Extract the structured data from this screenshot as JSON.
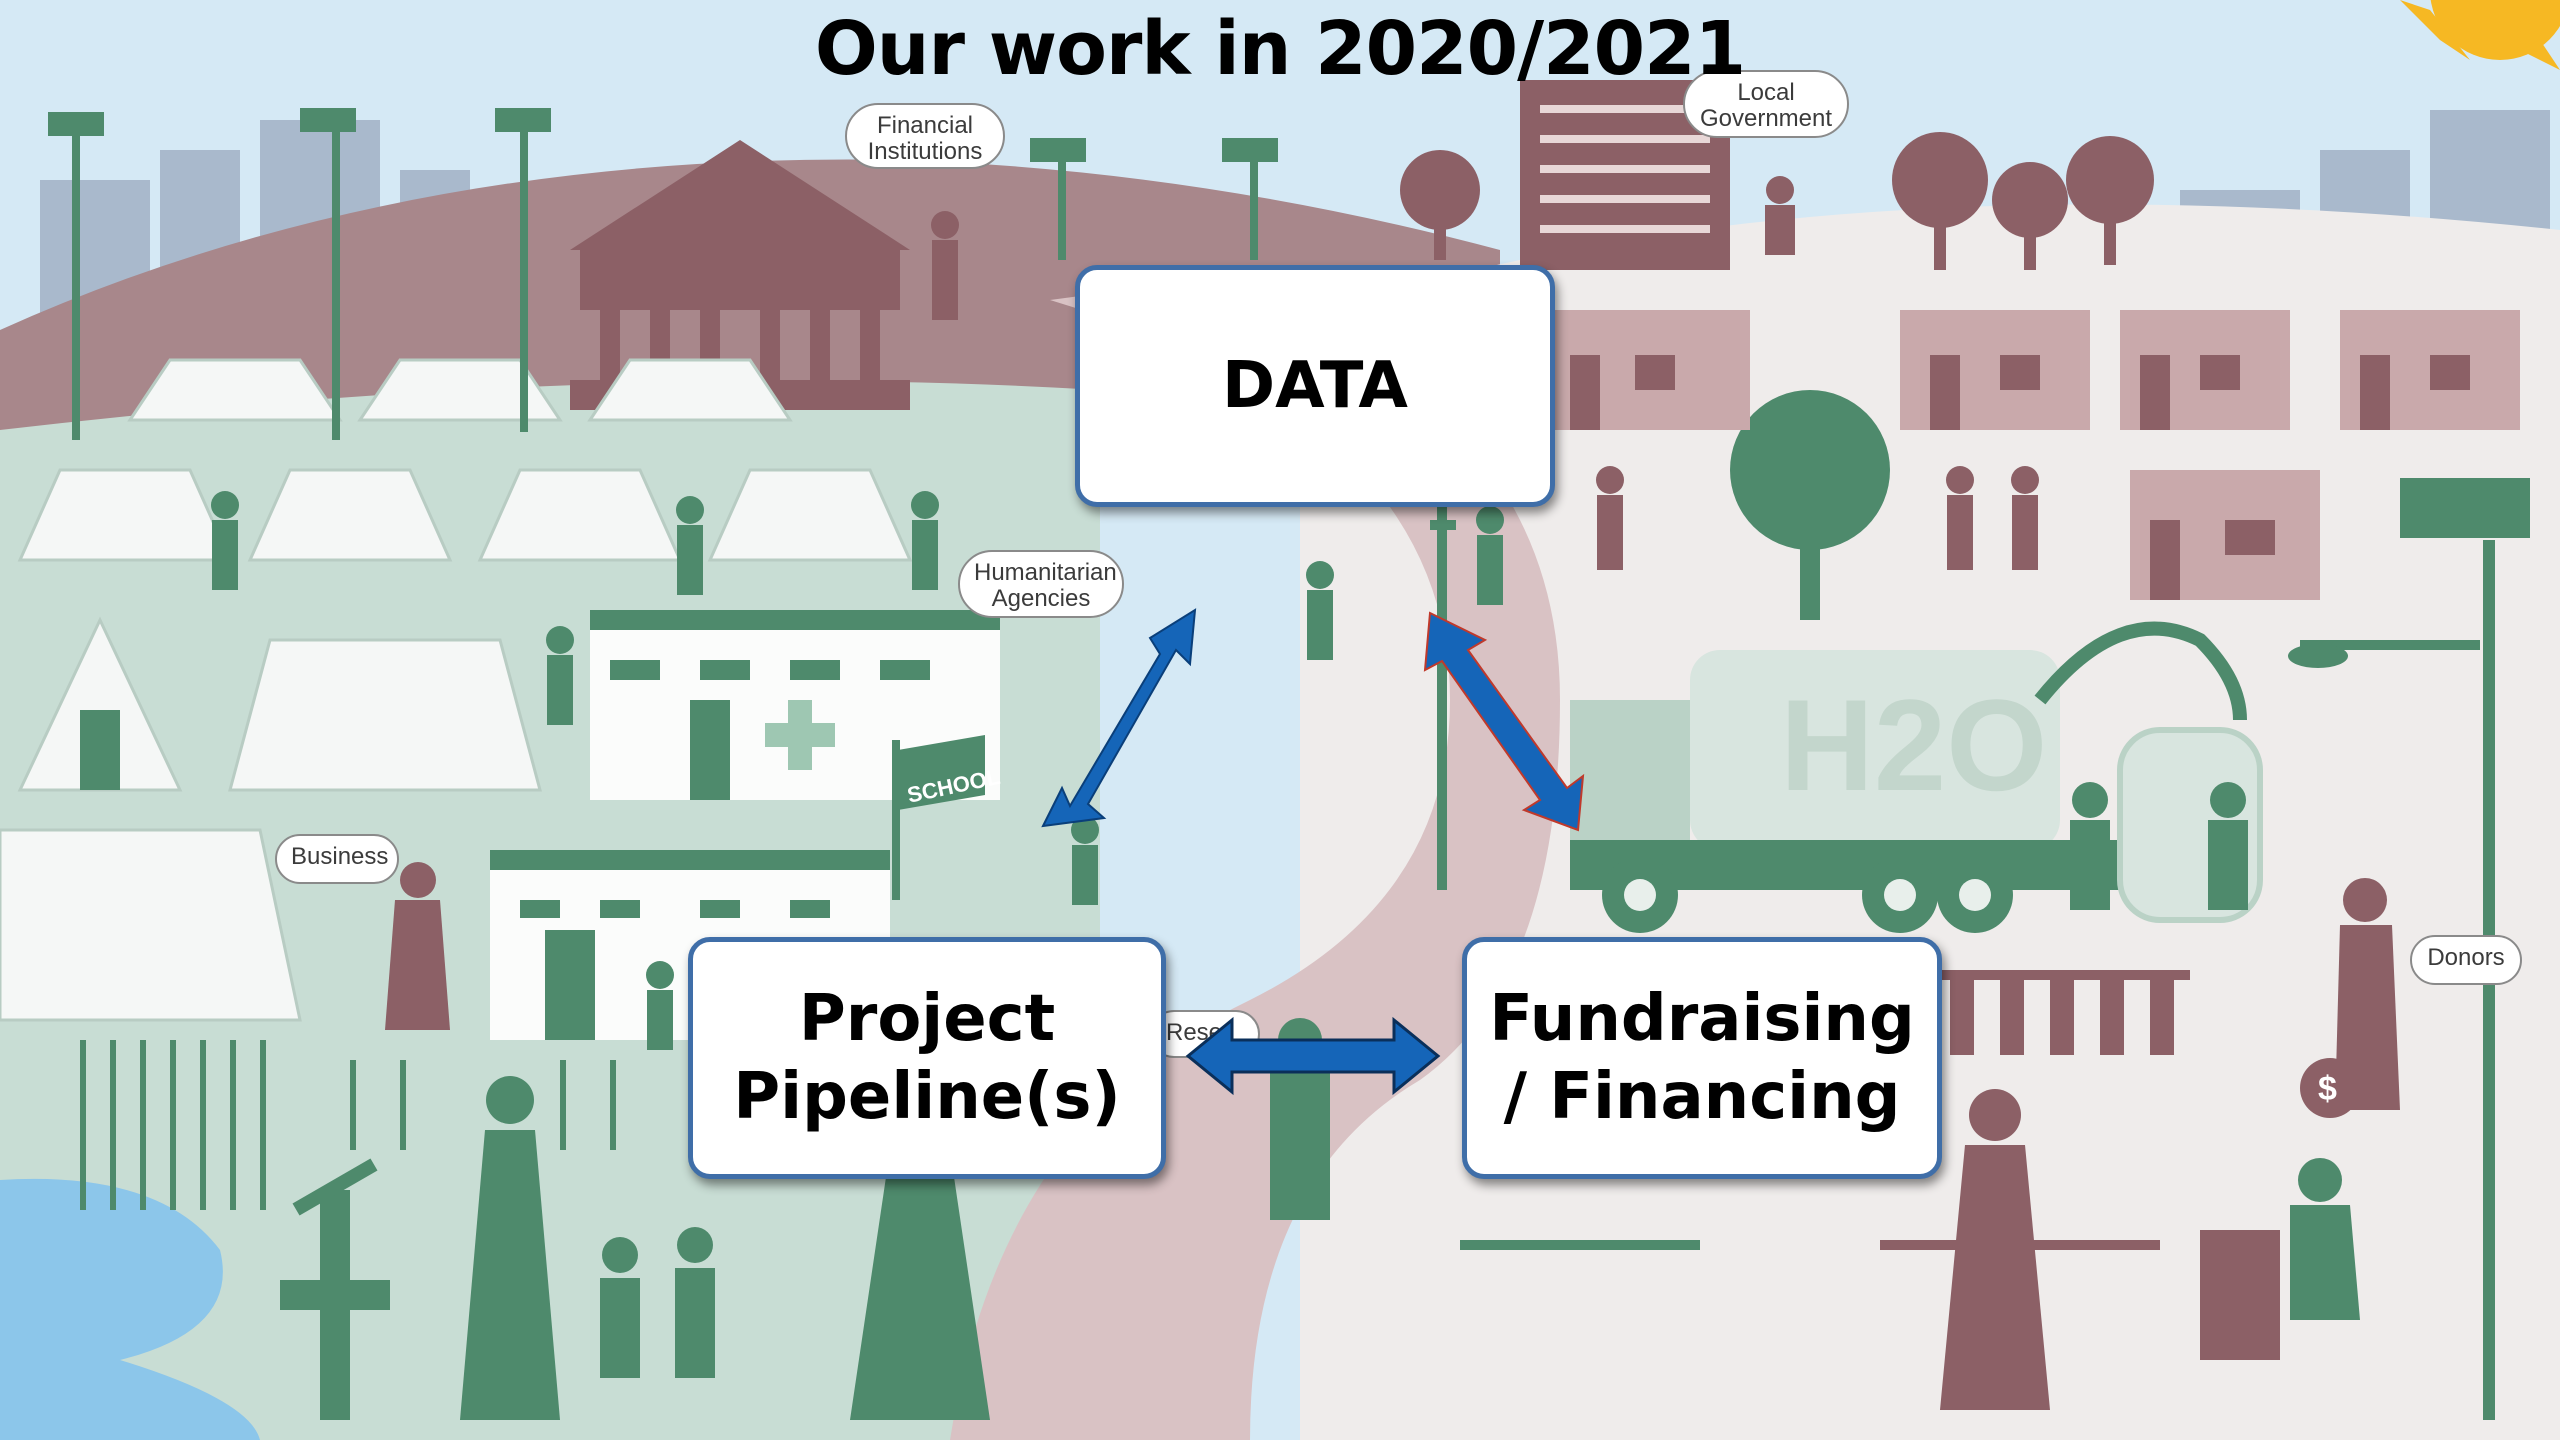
{
  "title": "Our work in 2020/2021",
  "boxes": {
    "data": "DATA",
    "pipeline_line1": "Project",
    "pipeline_line2": "Pipeline(s)",
    "fundraising_line1": "Fundraising",
    "fundraising_line2": "/ Financing"
  },
  "bubbles": {
    "financial_line1": "Financial",
    "financial_line2": "Institutions",
    "local_line1": "Local",
    "local_line2": "Government",
    "humanitarian_line1": "Humanitarian",
    "humanitarian_line2": "Agencies",
    "business": "Business",
    "donors": "Donors",
    "research": "Rese"
  },
  "signs": {
    "school": "SCHOOL",
    "h2o": "H2O",
    "dollar": "$"
  },
  "colors": {
    "arrow_blue": "#1565b8",
    "box_border": "#3f6ea8",
    "green": "#4e8a6c",
    "mauve": "#8c6066"
  }
}
